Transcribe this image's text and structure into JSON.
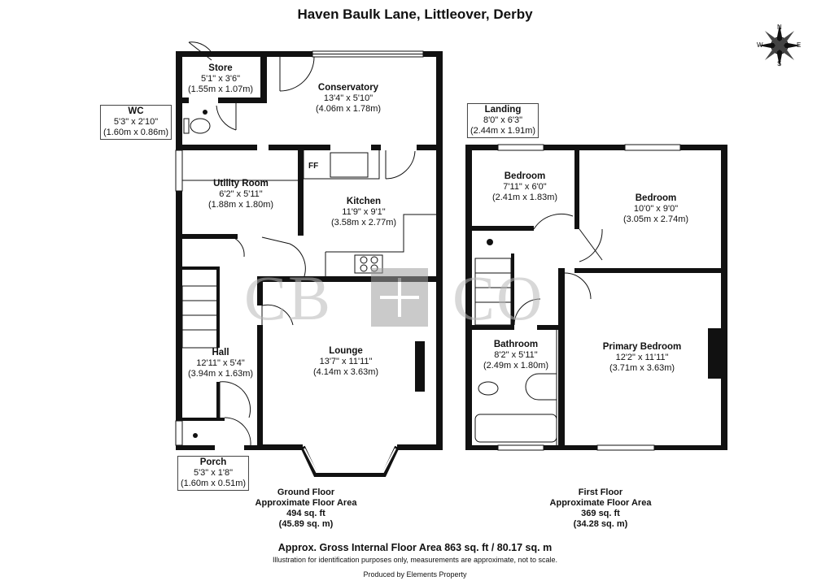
{
  "title": "Haven Baulk Lane, Littleover, Derby",
  "rooms": [
    {
      "id": "store",
      "name": "Store",
      "imperial": "5'1\" x 3'6\"",
      "metric": "(1.55m x 1.07m)"
    },
    {
      "id": "wc",
      "name": "WC",
      "imperial": "5'3\" x 2'10\"",
      "metric": "(1.60m x 0.86m)"
    },
    {
      "id": "conservatory",
      "name": "Conservatory",
      "imperial": "13'4\" x 5'10\"",
      "metric": "(4.06m x 1.78m)"
    },
    {
      "id": "utility",
      "name": "Utility Room",
      "imperial": "6'2\" x 5'11\"",
      "metric": "(1.88m x 1.80m)"
    },
    {
      "id": "kitchen",
      "name": "Kitchen",
      "imperial": "11'9\" x 9'1\"",
      "metric": "(3.58m x 2.77m)"
    },
    {
      "id": "lounge",
      "name": "Lounge",
      "imperial": "13'7\" x 11'11\"",
      "metric": "(4.14m x 3.63m)"
    },
    {
      "id": "hall",
      "name": "Hall",
      "imperial": "12'11\" x 5'4\"",
      "metric": "(3.94m x 1.63m)"
    },
    {
      "id": "porch",
      "name": "Porch",
      "imperial": "5'3\" x 1'8\"",
      "metric": "(1.60m x 0.51m)"
    },
    {
      "id": "landing",
      "name": "Landing",
      "imperial": "8'0\" x 6'3\"",
      "metric": "(2.44m x 1.91m)"
    },
    {
      "id": "bedroom2",
      "name": "Bedroom",
      "imperial": "7'11\" x 6'0\"",
      "metric": "(2.41m x 1.83m)"
    },
    {
      "id": "bedroom1",
      "name": "Bedroom",
      "imperial": "10'0\" x 9'0\"",
      "metric": "(3.05m x 2.74m)"
    },
    {
      "id": "bathroom",
      "name": "Bathroom",
      "imperial": "8'2\" x 5'11\"",
      "metric": "(2.49m x 1.80m)"
    },
    {
      "id": "primary",
      "name": "Primary Bedroom",
      "imperial": "12'2\" x 11'11\"",
      "metric": "(3.71m x 3.63m)"
    }
  ],
  "fridge_label": "FF",
  "watermark": {
    "left": "CB",
    "right": "CO"
  },
  "floors": {
    "ground": {
      "name": "Ground Floor",
      "line": "Approximate Floor Area",
      "sqft": "494 sq. ft",
      "sqm": "(45.89 sq. m)"
    },
    "first": {
      "name": "First Floor",
      "line": "Approximate Floor Area",
      "sqft": "369 sq. ft",
      "sqm": "(34.28 sq. m)"
    }
  },
  "gross": "Approx. Gross Internal Floor Area 863 sq. ft / 80.17 sq. m",
  "disclaimer": "Illustration for identification purposes only, measurements are approximate, not to scale.",
  "producer": "Produced by Elements Property",
  "compass": {
    "letters": [
      "N",
      "E",
      "S",
      "W"
    ]
  }
}
